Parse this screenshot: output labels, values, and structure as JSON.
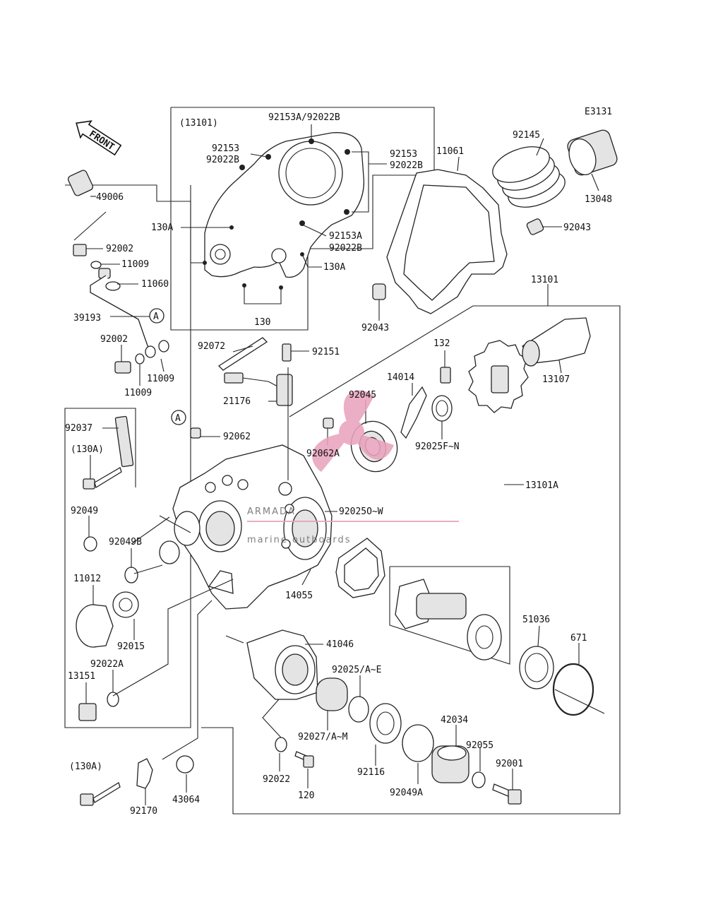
{
  "diagram_code": "E3131",
  "front_label": "FRONT",
  "watermark": {
    "brand": "ARMADA",
    "tagline": "marine outboards",
    "accent_color": "#e9a3bd"
  },
  "ref_marks": [
    "A",
    "A"
  ],
  "labels": [
    "(13101)",
    "92153A/92022B",
    "92153",
    "92022B",
    "92153",
    "92022B",
    "11061",
    "92145",
    "13048",
    "49006",
    "130A",
    "92153A",
    "92022B",
    "92043",
    "92002",
    "11009",
    "130A",
    "11060",
    "39193",
    "130",
    "92043",
    "13101",
    "92002",
    "92072",
    "92151",
    "132",
    "11009",
    "11009",
    "13107",
    "14014",
    "21176",
    "92045",
    "92037",
    "92062",
    "92025F~N",
    "(130A)",
    "92062A",
    "13101A",
    "92049",
    "92025O~W",
    "92049B",
    "11012",
    "14055",
    "92015",
    "51036",
    "41046",
    "671",
    "92022A",
    "13151",
    "92025/A~E",
    "42034",
    "92027/A~M",
    "(130A)",
    "92055",
    "92001",
    "92116",
    "92022",
    "43064",
    "120",
    "92049A",
    "92170"
  ]
}
